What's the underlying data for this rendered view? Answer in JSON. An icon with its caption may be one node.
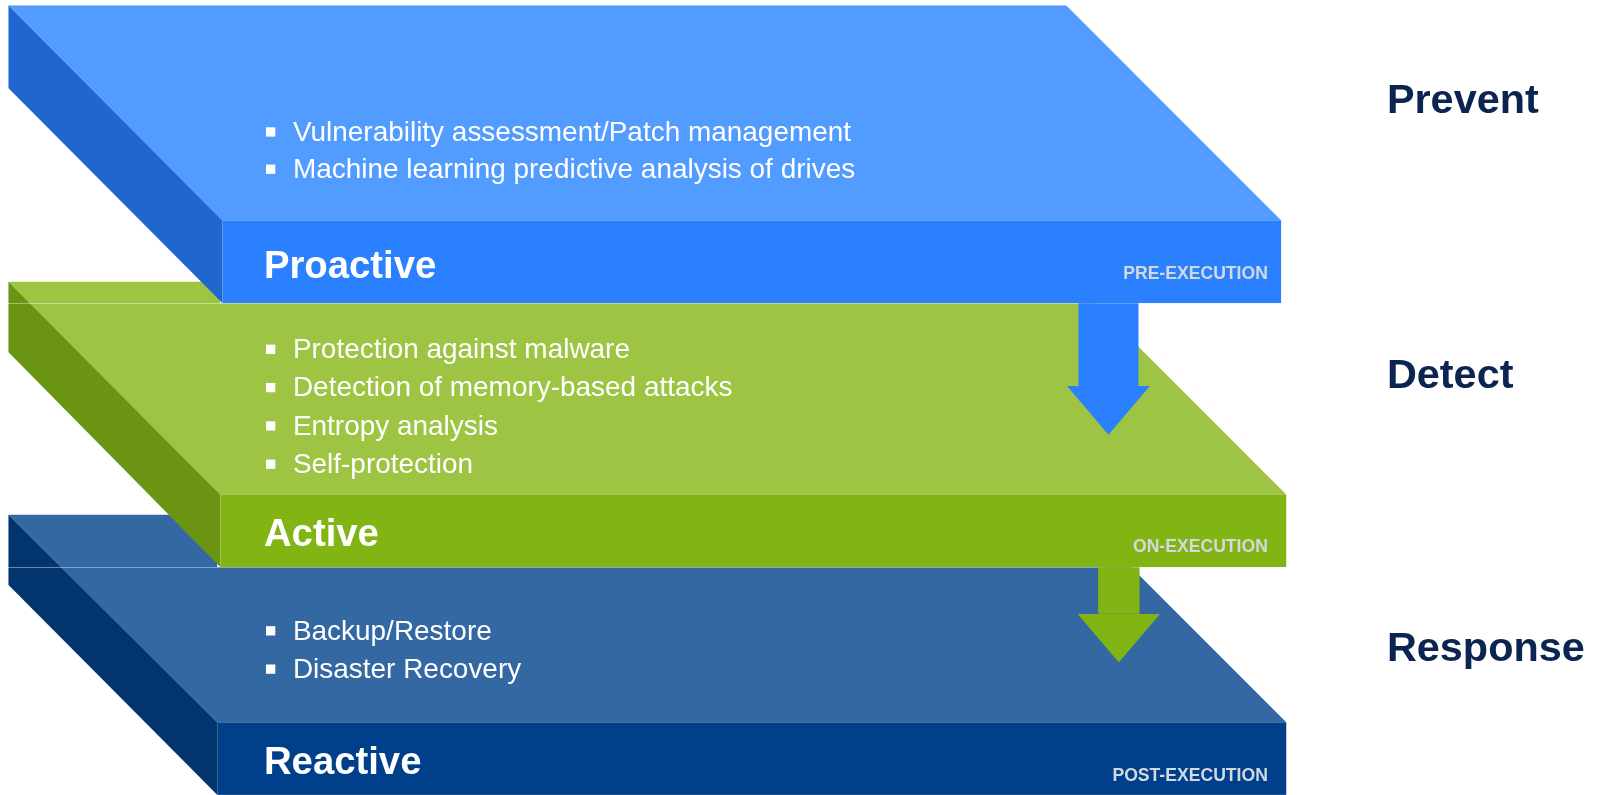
{
  "diagram": {
    "nodes": [
      {
        "text": [
          "Vulnerability assessment/Patch management",
          "Machine learning predictive analysis of drives",
          "Proactive",
          "PRE-EXECUTION"
        ],
        "beside": [
          "Prevent"
        ]
      },
      {
        "text": [
          "Protection against malware",
          "Detection of memory-based attacks",
          "Entropy analysis",
          "Self-protection",
          "Active",
          "ON-EXECUTION"
        ],
        "beside": [
          "Detect"
        ]
      },
      {
        "text": [
          "Backup/Restore",
          "Disaster Recovery",
          "Reactive",
          "POST-EXECUTION"
        ],
        "beside": [
          "Response"
        ]
      }
    ],
    "edges": [
      {
        "from": 0,
        "to": 1,
        "arrow": "to",
        "color": "#2a80ff"
      },
      {
        "from": 1,
        "to": 2,
        "arrow": "to",
        "color": "#82b414"
      }
    ]
  }
}
